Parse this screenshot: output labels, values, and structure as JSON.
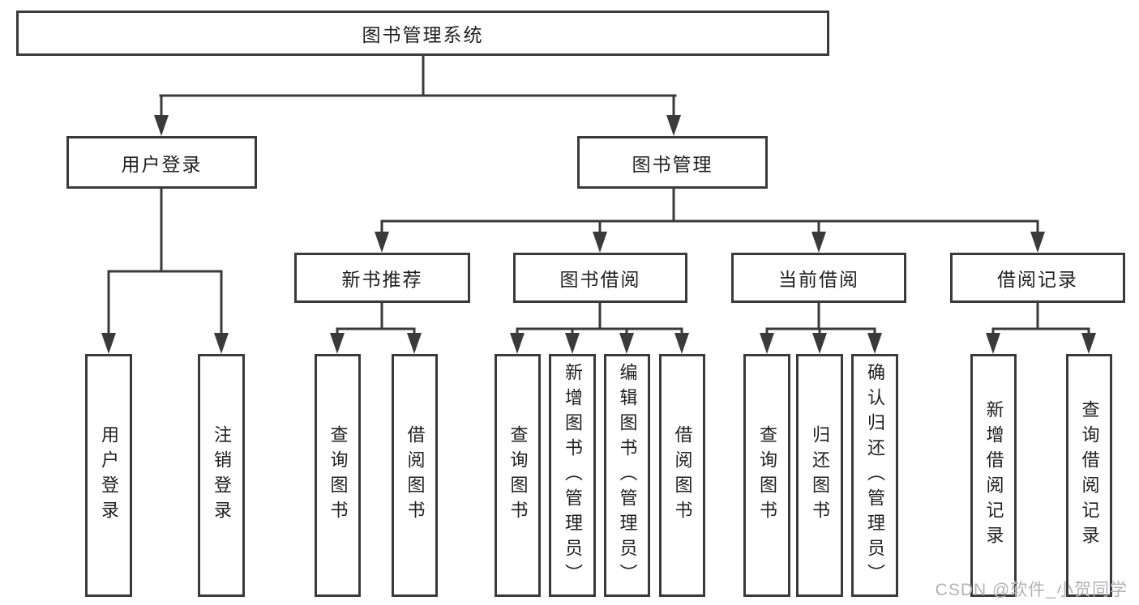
{
  "diagram_title": "图书管理系统",
  "nodes": {
    "root": {
      "label": "图书管理系统"
    },
    "user_login": {
      "label": "用户登录"
    },
    "book_management": {
      "label": "图书管理"
    },
    "new_book_recommendation": {
      "label": "新书推荐"
    },
    "book_borrowing": {
      "label": "图书借阅"
    },
    "current_borrowing": {
      "label": "当前借阅"
    },
    "borrowing_records": {
      "label": "借阅记录"
    },
    "leaf_user_login": {
      "label": "用户登录"
    },
    "leaf_logout": {
      "label": "注销登录"
    },
    "nb_query_book": {
      "label": "查询图书"
    },
    "nb_borrow_book": {
      "label": "借阅图书"
    },
    "bb_query_book": {
      "label": "查询图书"
    },
    "bb_add_book": {
      "label": "新增图书（管理员）"
    },
    "bb_edit_book": {
      "label": "编辑图书（管理员）"
    },
    "bb_borrow_book": {
      "label": "借阅图书"
    },
    "cb_query_book": {
      "label": "查询图书"
    },
    "cb_return_book": {
      "label": "归还图书"
    },
    "cb_confirm_return": {
      "label": "确认归还（管理员）"
    },
    "br_add_record": {
      "label": "新增借阅记录"
    },
    "br_query_record": {
      "label": "查询借阅记录"
    }
  },
  "hierarchy": {
    "图书管理系统": {
      "用户登录": [
        "用户登录",
        "注销登录"
      ],
      "图书管理": {
        "新书推荐": [
          "查询图书",
          "借阅图书"
        ],
        "图书借阅": [
          "查询图书",
          "新增图书（管理员）",
          "编辑图书（管理员）",
          "借阅图书"
        ],
        "当前借阅": [
          "查询图书",
          "归还图书",
          "确认归还（管理员）"
        ],
        "借阅记录": [
          "新增借阅记录",
          "查询借阅记录"
        ]
      }
    }
  },
  "watermark": {
    "text": "CSDN @软件_小贺同学"
  },
  "colors": {
    "line": "#3a3a3a",
    "box_border": "#3a3a3a",
    "text": "#1f1f1f",
    "watermark": "#b4b2b5",
    "background": "#ffffff"
  }
}
